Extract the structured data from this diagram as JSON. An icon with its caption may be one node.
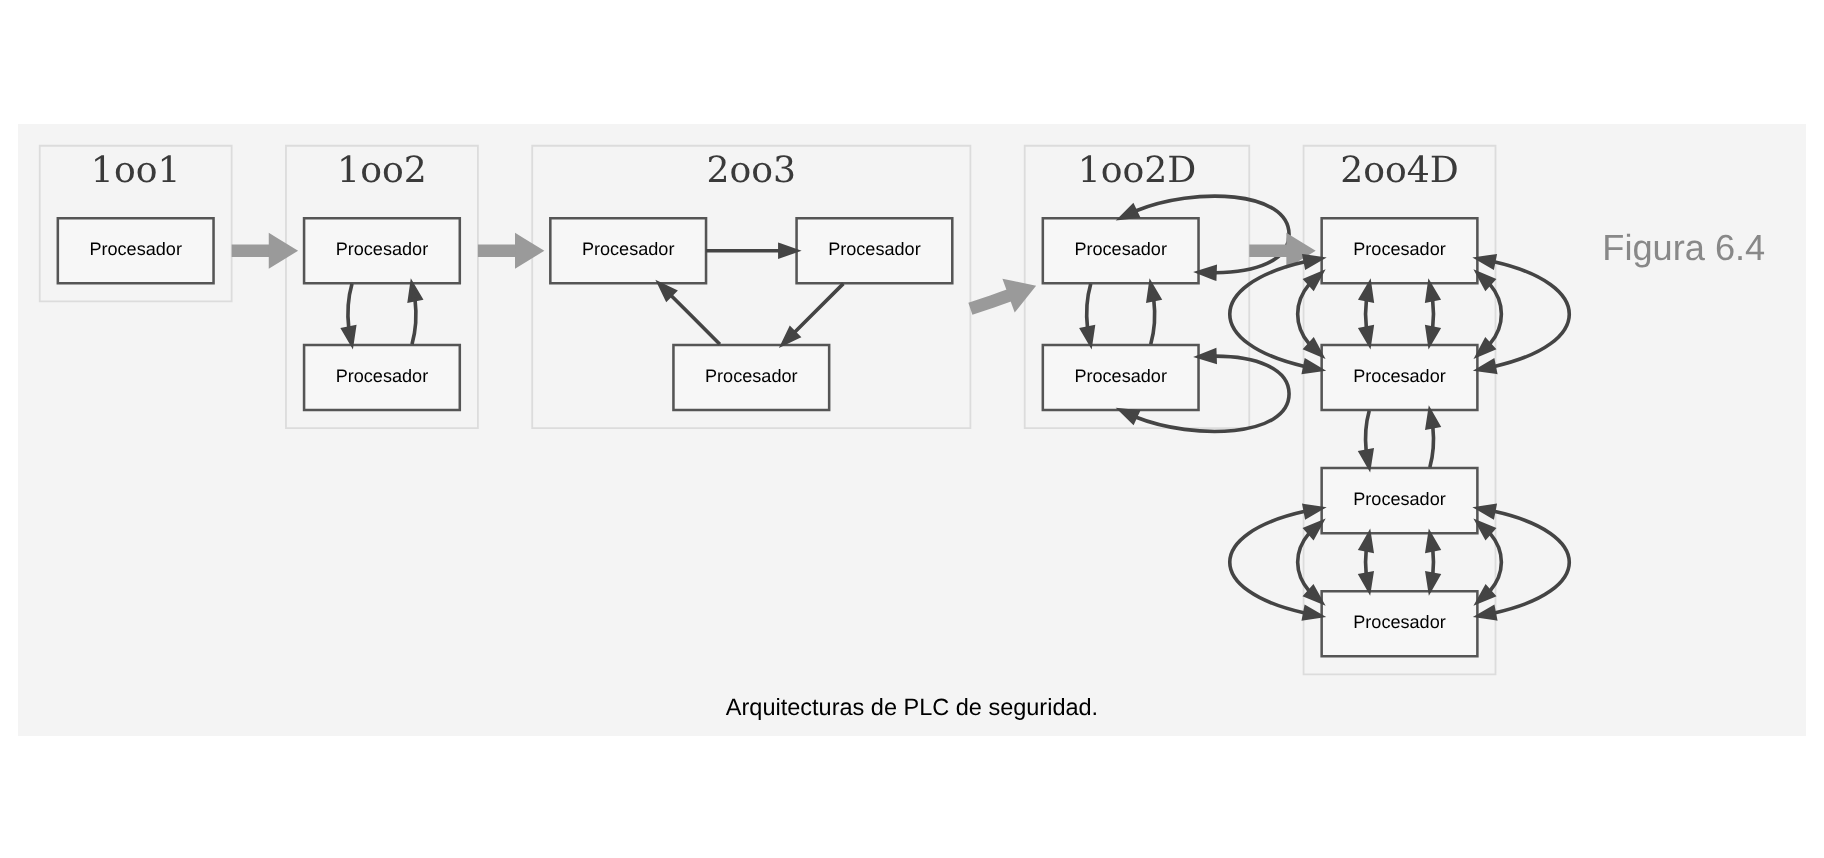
{
  "diagram": {
    "caption": "Arquitecturas de PLC de seguridad.",
    "nodes": [
      {
        "text": [
          "1oo1"
        ]
      },
      {
        "text": [
          "Procesador"
        ],
        "in": 0
      },
      {
        "text": [
          "1oo2"
        ]
      },
      {
        "text": [
          "Procesador"
        ],
        "in": 2
      },
      {
        "text": [
          "Procesador"
        ],
        "in": 2
      },
      {
        "text": [
          "2oo3"
        ]
      },
      {
        "text": [
          "Procesador"
        ],
        "in": 5
      },
      {
        "text": [
          "Procesador"
        ],
        "in": 5
      },
      {
        "text": [
          "Procesador"
        ],
        "in": 5
      },
      {
        "text": [
          "1oo2D"
        ]
      },
      {
        "text": [
          "Procesador"
        ],
        "in": 9
      },
      {
        "text": [
          "Procesador"
        ],
        "in": 9
      },
      {
        "text": [
          "2oo4D"
        ]
      },
      {
        "text": [
          "Procesador"
        ],
        "in": 12
      },
      {
        "text": [
          "Procesador"
        ],
        "in": 12
      },
      {
        "text": [
          "Procesador"
        ],
        "in": 12
      },
      {
        "text": [
          "Procesador"
        ],
        "in": 12
      }
    ],
    "edges": [
      {
        "from": 0,
        "to": 2,
        "arrow": "to",
        "style": "thick",
        "color": "#9a9a9a"
      },
      {
        "from": 2,
        "to": 5,
        "arrow": "to",
        "style": "thick",
        "color": "#9a9a9a"
      },
      {
        "from": 5,
        "to": 9,
        "arrow": "to",
        "style": "thick",
        "color": "#9a9a9a"
      },
      {
        "from": 9,
        "to": 12,
        "arrow": "to",
        "style": "thick",
        "color": "#9a9a9a"
      },
      {
        "from": 3,
        "to": 4,
        "arrow": "to"
      },
      {
        "from": 4,
        "to": 3,
        "arrow": "to"
      },
      {
        "from": 6,
        "to": 7,
        "arrow": "to"
      },
      {
        "from": 7,
        "to": 8,
        "arrow": "to"
      },
      {
        "from": 8,
        "to": 6,
        "arrow": "to"
      },
      {
        "from": 10,
        "to": 10,
        "arrow": "both"
      },
      {
        "from": 10,
        "to": 11,
        "arrow": "to"
      },
      {
        "from": 11,
        "to": 10,
        "arrow": "to"
      },
      {
        "from": 11,
        "to": 11,
        "arrow": "both"
      },
      {
        "from": 13,
        "to": 14,
        "arrow": "both"
      },
      {
        "from": 13,
        "to": 14,
        "arrow": "both"
      },
      {
        "from": 13,
        "to": 14,
        "arrow": "both"
      },
      {
        "from": 13,
        "to": 14,
        "arrow": "both"
      },
      {
        "from": 13,
        "to": 14,
        "arrow": "both"
      },
      {
        "from": 13,
        "to": 14,
        "arrow": "both"
      },
      {
        "from": 14,
        "to": 15,
        "arrow": "to"
      },
      {
        "from": 15,
        "to": 14,
        "arrow": "to"
      },
      {
        "from": 15,
        "to": 16,
        "arrow": "both"
      },
      {
        "from": 15,
        "to": 16,
        "arrow": "both"
      },
      {
        "from": 15,
        "to": 16,
        "arrow": "both"
      },
      {
        "from": 15,
        "to": 16,
        "arrow": "both"
      },
      {
        "from": 15,
        "to": 16,
        "arrow": "both"
      },
      {
        "from": 15,
        "to": 16,
        "arrow": "both"
      }
    ],
    "labels": [
      "Figura 6.4"
    ]
  }
}
